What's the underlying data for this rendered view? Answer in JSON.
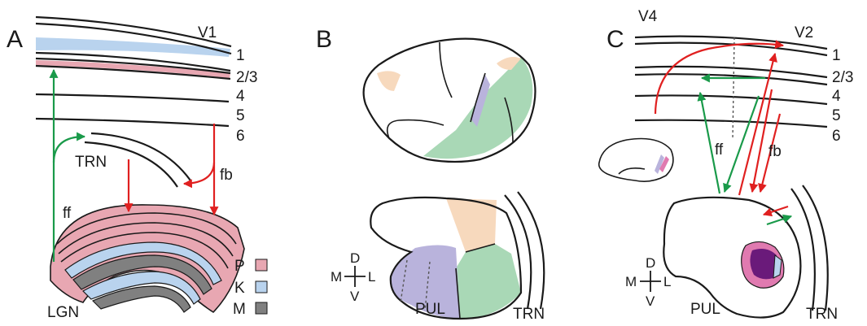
{
  "panels": {
    "a": {
      "letter": "A",
      "area": "V1",
      "layers": [
        "1",
        "2/3",
        "4",
        "5",
        "6"
      ],
      "trn": "TRN",
      "lgn": "LGN",
      "ff": "ff",
      "fb": "fb",
      "legend": [
        {
          "label": "P",
          "color": "#e8a7b2"
        },
        {
          "label": "K",
          "color": "#b9d3ee"
        },
        {
          "label": "M",
          "color": "#808080"
        }
      ]
    },
    "b": {
      "letter": "B",
      "pul": "PUL",
      "trn": "TRN",
      "compass": {
        "d": "D",
        "m": "M",
        "l": "L",
        "v": "V"
      }
    },
    "c": {
      "letter": "C",
      "area_left": "V4",
      "area_right": "V2",
      "layers": [
        "1",
        "2/3",
        "4",
        "5",
        "6"
      ],
      "ff": "ff",
      "fb": "fb",
      "pul": "PUL",
      "trn": "TRN",
      "compass": {
        "d": "D",
        "m": "M",
        "l": "L",
        "v": "V"
      }
    }
  },
  "colors": {
    "feedforward": "#1a9a4a",
    "feedback": "#e02020",
    "peach": "#f7d9bd",
    "green_region": "#a9d8b6",
    "lavender": "#b9b3dc",
    "pink": "#e8a7b2",
    "light_blue": "#b9d3ee",
    "gray": "#808080",
    "purple": "#6a1a7a",
    "magenta": "#e07ab0"
  }
}
